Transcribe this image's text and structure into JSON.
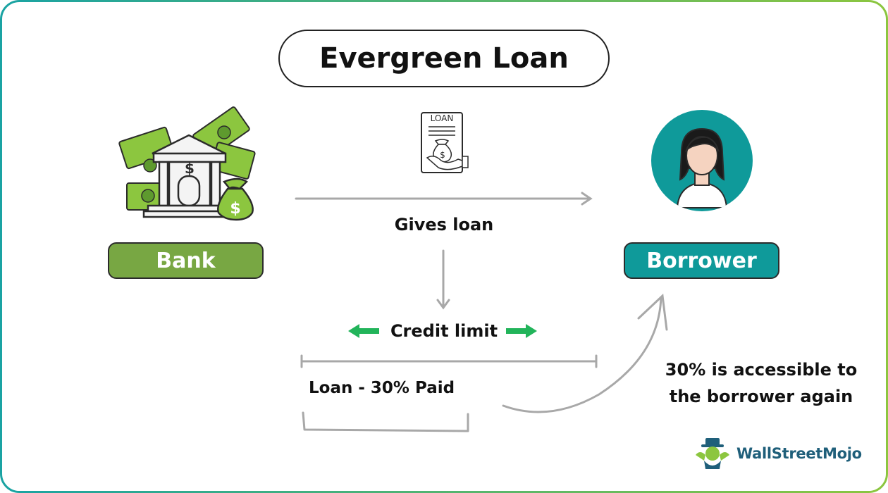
{
  "title": "Evergreen Loan",
  "nodes": {
    "bank": "Bank",
    "borrower": "Borrower"
  },
  "document_icon_label": "LOAN",
  "arrows": {
    "gives_loan": "Gives loan",
    "credit_limit": "Credit limit"
  },
  "loan_status": "Loan - 30% Paid",
  "accessible_note_line1": "30% is accessible to",
  "accessible_note_line2": "the borrower again",
  "brand": "WallStreetMojo",
  "colors": {
    "bank_green": "#78a743",
    "borrower_teal": "#0f9a9a",
    "arrow_gray": "#a8a8a8",
    "credit_arrow_green": "#22b45a",
    "frame_gradient_start": "#1aa3a3",
    "frame_gradient_end": "#8cc63f"
  }
}
